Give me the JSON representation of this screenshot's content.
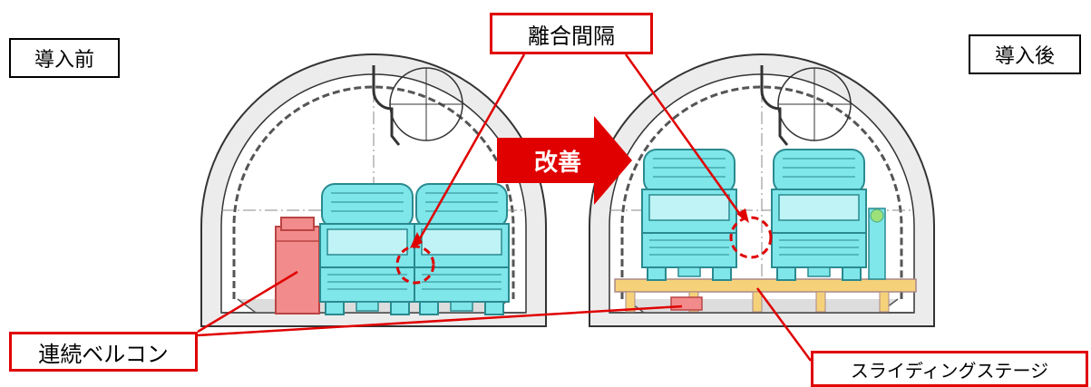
{
  "labels": {
    "before": "導入前",
    "after": "導入後",
    "gap": "離合間隔",
    "improve": "改善",
    "belt_conveyor": "連続ベルコン",
    "sliding_stage": "スライディングステージ"
  },
  "colors": {
    "truck": "#7fe6ea",
    "truck_outline": "#2a8a8f",
    "callout": "#e00000",
    "conveyor": "#f28b8b",
    "stage": "#f5d27a",
    "tunnel_ring": "#ececec",
    "tunnel_outline": "#333333",
    "arrow": "#e00000"
  }
}
